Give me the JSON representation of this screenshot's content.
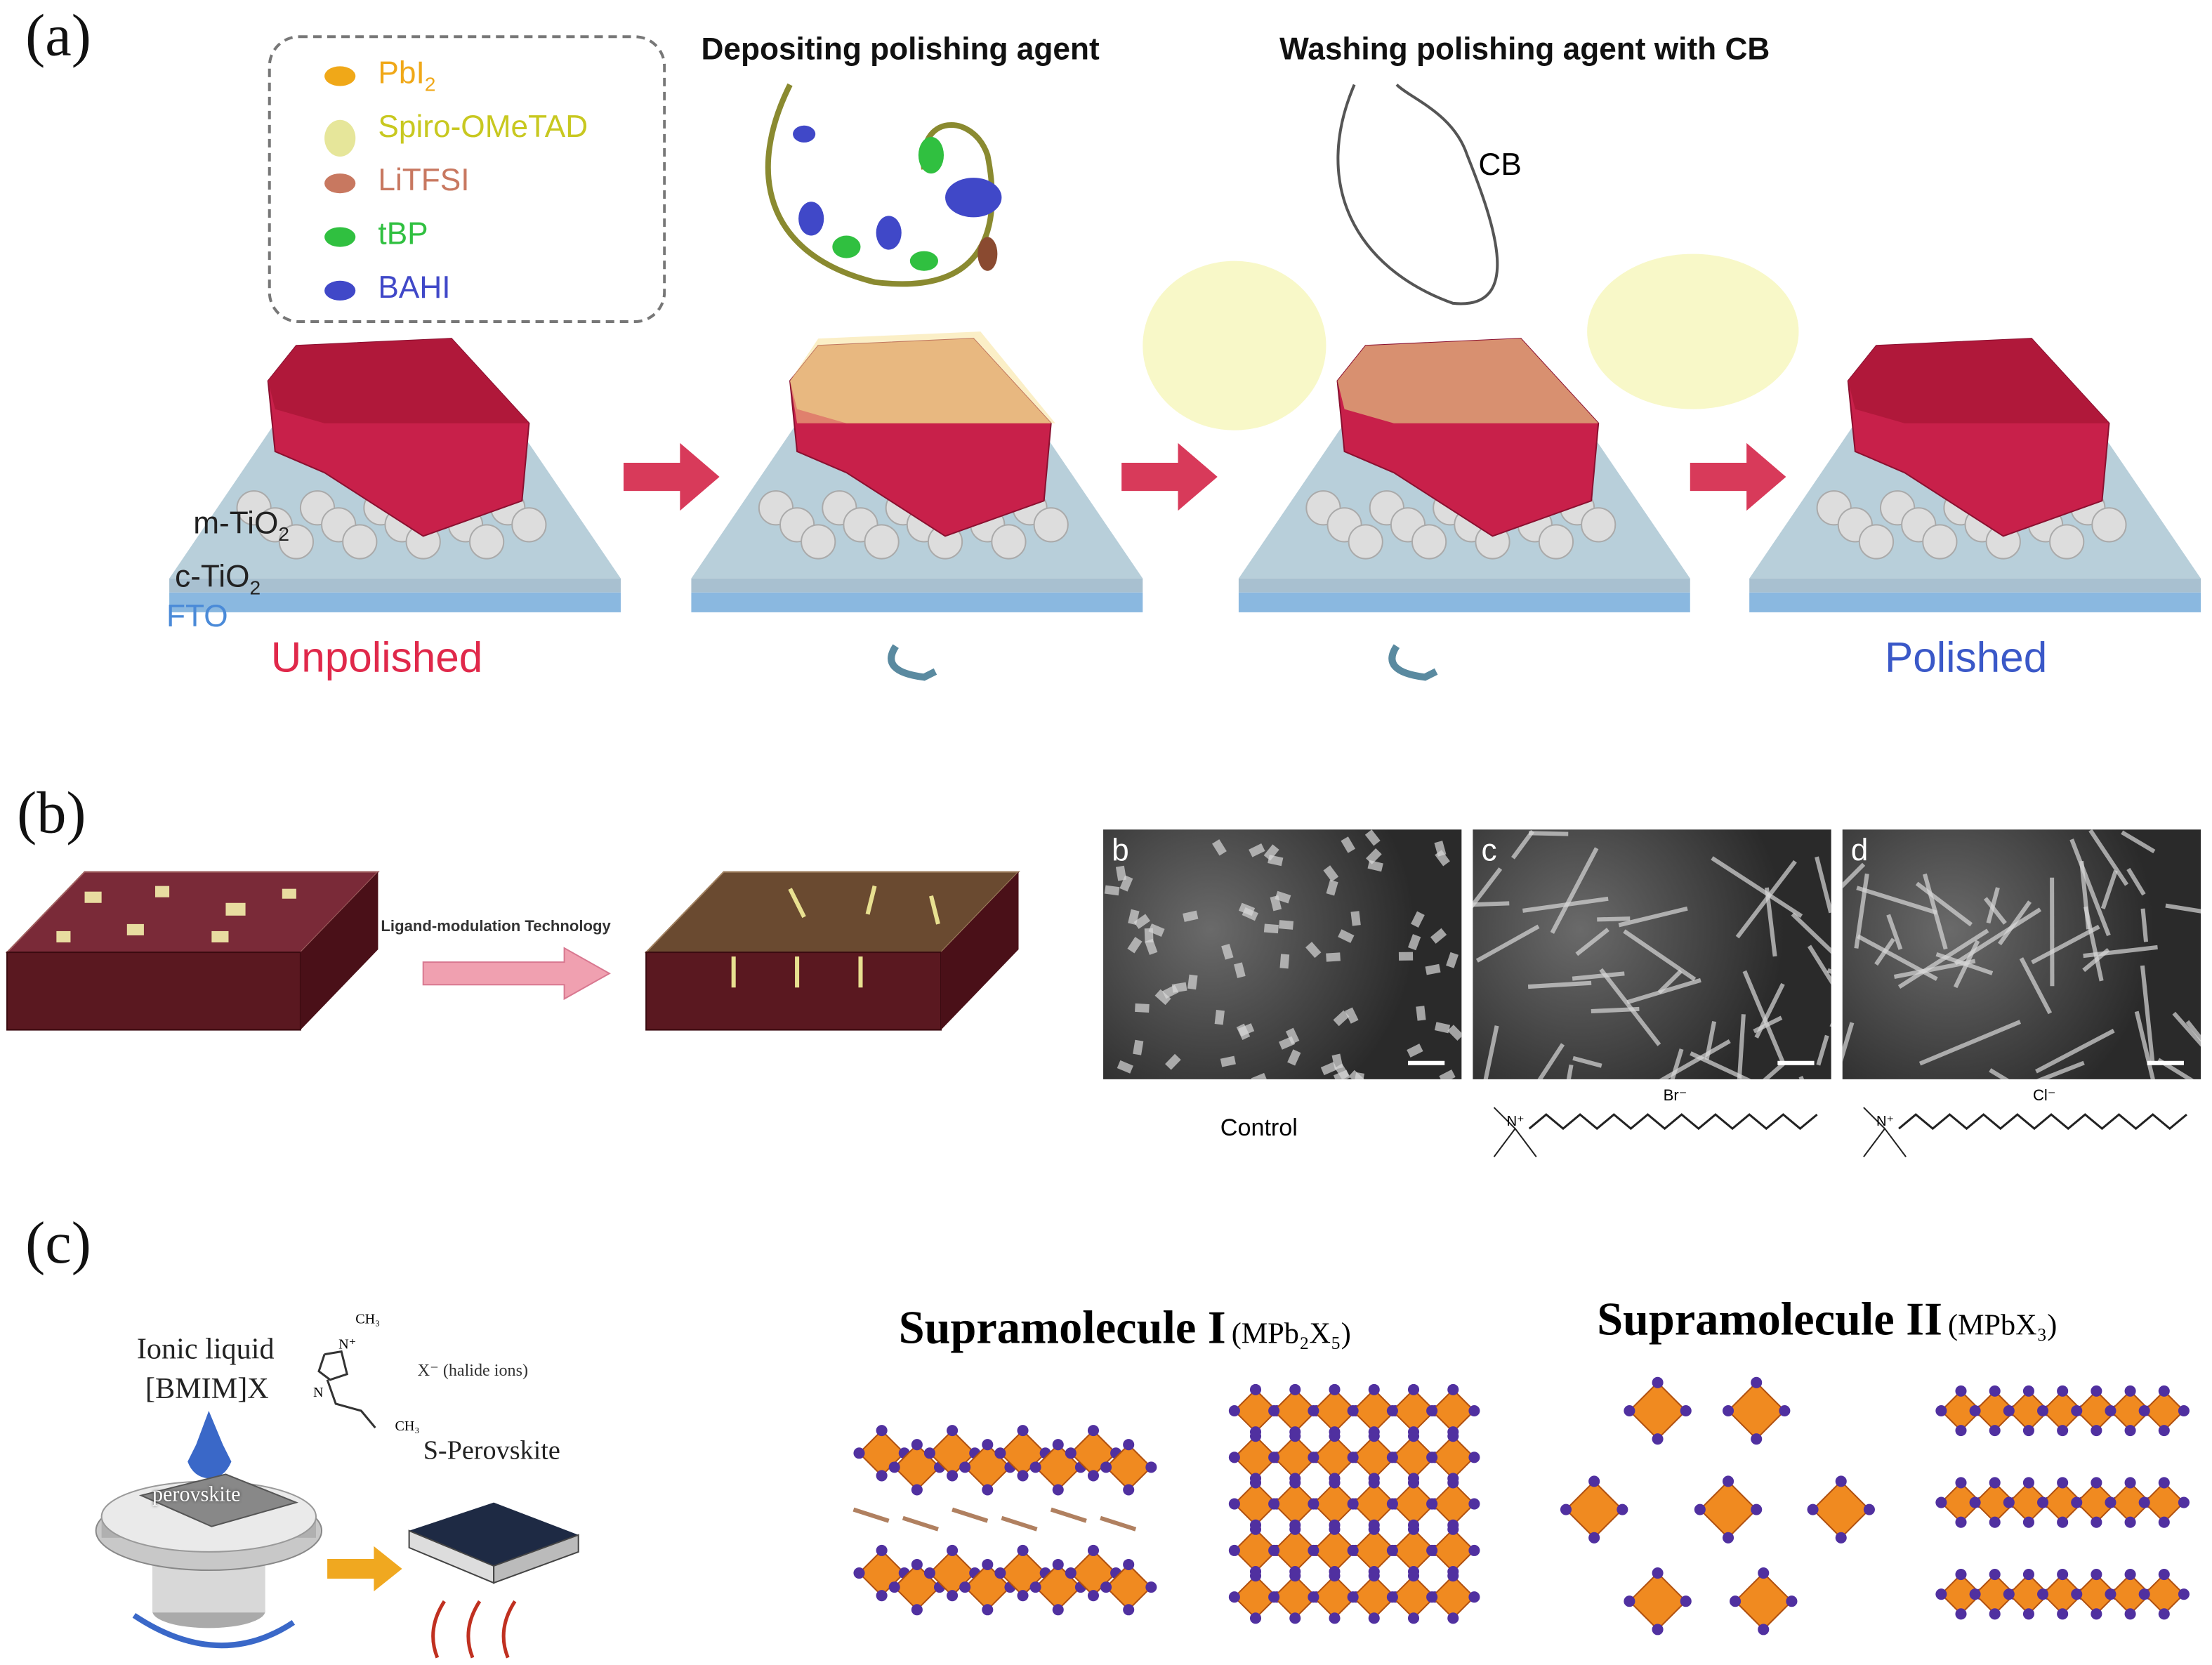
{
  "panel_a": {
    "label": "(a)",
    "legend": [
      {
        "name": "PbI",
        "sub": "2",
        "color": "#f0a818"
      },
      {
        "name": "Spiro-OMeTAD",
        "sub": "",
        "color": "#c8c820"
      },
      {
        "name": "LiTFSI",
        "sub": "",
        "color": "#c87860"
      },
      {
        "name": "tBP",
        "sub": "",
        "color": "#30c040"
      },
      {
        "name": "BAHI",
        "sub": "",
        "color": "#4048c8"
      }
    ],
    "step1_title": "Depositing polishing agent",
    "step2_title": "Washing polishing agent with CB",
    "cb_label": "CB",
    "layers": {
      "m": "m-TiO",
      "c": "c-TiO",
      "sub": "2",
      "fto": "FTO"
    },
    "unpolished": "Unpolished",
    "polished": "Polished",
    "colors": {
      "perovskite": "#c8204a",
      "substrate": "#b8cfda",
      "fto": "#8ab8e0",
      "arrow": "#d83a5a",
      "unpolished": "#e0284a",
      "polished": "#3a58c8"
    }
  },
  "panel_b": {
    "label": "(b)",
    "arrow_text": "Ligand-modulation Technology",
    "sem": [
      {
        "letter": "b",
        "caption": "Control",
        "ion": ""
      },
      {
        "letter": "c",
        "caption": "",
        "ion": "Br⁻"
      },
      {
        "letter": "d",
        "caption": "",
        "ion": "Cl⁻"
      }
    ],
    "n_label": "N⁺"
  },
  "panel_c": {
    "label": "(c)",
    "ionic_liquid": "Ionic liquid",
    "bmimx": "[BMIM]X",
    "ch3": "CH₃",
    "n_plus": "N⁺",
    "n": "N",
    "halide": "X⁻ (halide ions)",
    "perovskite": "perovskite",
    "s_perovskite": "S-Perovskite",
    "supra1": {
      "title": "Supramolecule I",
      "formula": "(MPb₂X₅)"
    },
    "supra2": {
      "title": "Supramolecule II",
      "formula": "(MPbX₃)"
    }
  }
}
